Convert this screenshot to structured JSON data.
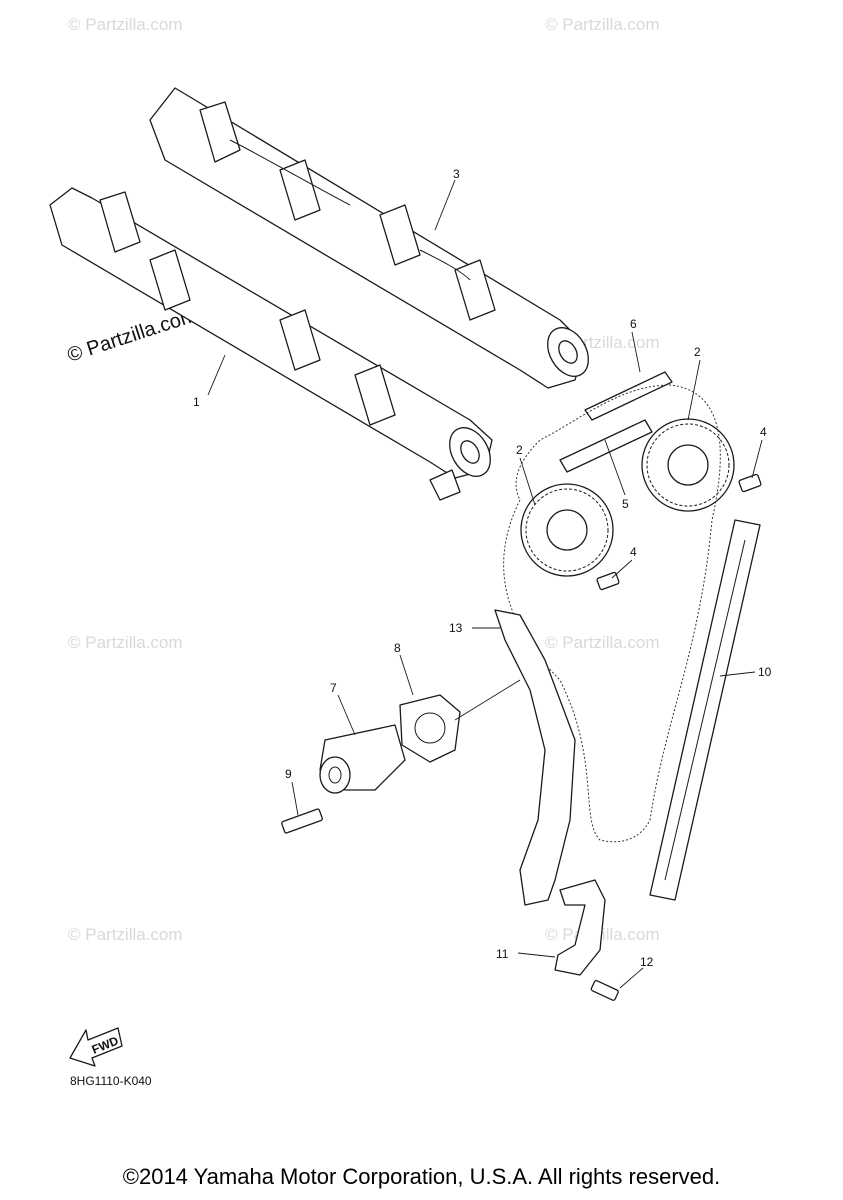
{
  "diagram": {
    "diagram_code": "8HG1110-K040",
    "copyright": "©2014 Yamaha Motor Corporation, U.S.A. All rights reserved.",
    "watermark": "© Partzilla.com",
    "fwd_label": "FWD",
    "callouts": [
      "1",
      "2",
      "3",
      "4",
      "5",
      "6",
      "7",
      "8",
      "9",
      "10",
      "11",
      "12",
      "13"
    ]
  }
}
